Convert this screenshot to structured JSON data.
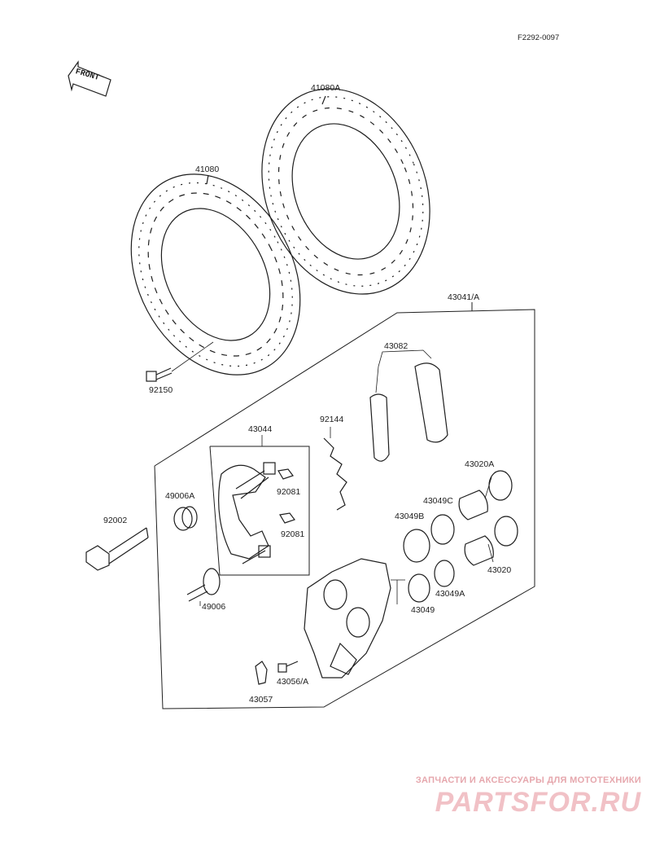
{
  "sheet_code": "F2292-0097",
  "front_arrow_text": "FRONT",
  "parts": {
    "disc_a": "41080A",
    "disc": "41080",
    "disc_bolt": "92150",
    "caliper_assy": "43041/A",
    "pad_set": "43082",
    "spring": "92144",
    "bracket": "43044",
    "bush_upper": "92081",
    "bush_lower": "92081",
    "boot": "49006A",
    "caliper_bolt": "92002",
    "pin": "49006",
    "piston_a": "43020A",
    "seal_c": "43049C",
    "seal_b": "43049B",
    "piston": "43020",
    "seal_a": "43049A",
    "seal": "43049",
    "bleeder": "43056/A",
    "cap": "43057"
  },
  "watermark": {
    "tagline": "ЗАПЧАСТИ И АКСЕССУАРЫ ДЛЯ МОТОТЕХНИКИ",
    "logo": "PARTSFOR.RU"
  },
  "colors": {
    "ink": "#1e1e1e",
    "watermark": "#f1c1c6"
  }
}
